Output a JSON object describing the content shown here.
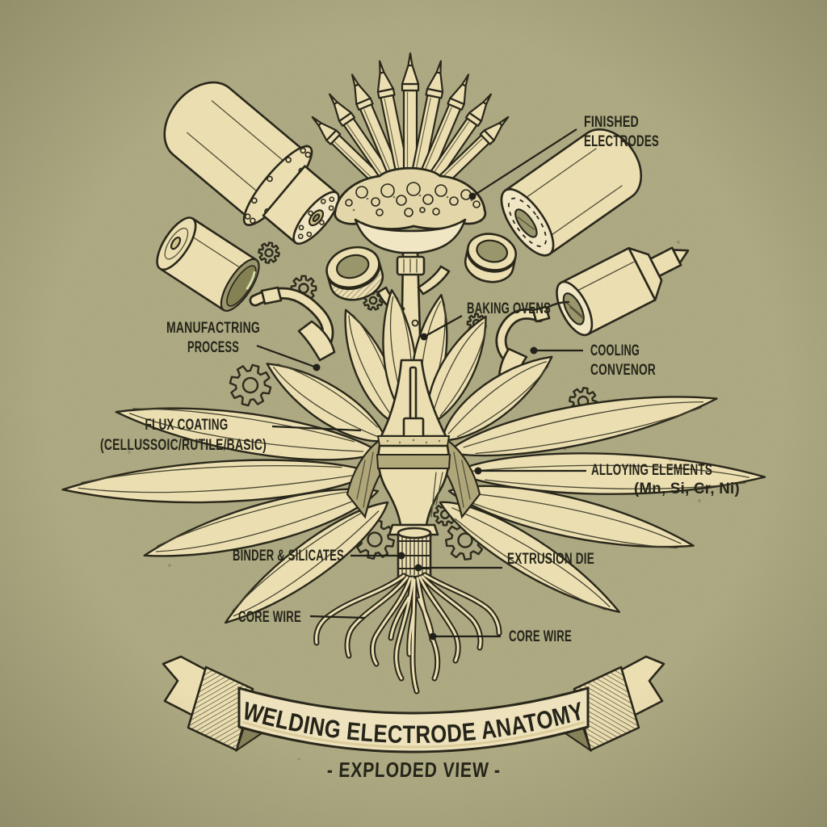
{
  "title": {
    "banner": "WELDING ELECTRODE ANATOMY",
    "subtitle": "- EXPLODED VIEW -"
  },
  "labels": {
    "finished_electrodes": {
      "line1": "FINISHED",
      "line2": "ELECTRODES"
    },
    "baking_ovens": {
      "line1": "BAKING OVENS"
    },
    "manufacturing_process": {
      "line1": "MANUFACTRING",
      "line2": "PROCESS"
    },
    "cooling_conveyor": {
      "line1": "COOLING",
      "line2": "CONVENOR"
    },
    "flux_coating": {
      "line1": "FLUX COATING",
      "line2": "(CELLUSSOIC/RUTILE/BASIC)"
    },
    "alloying_elements": {
      "line1": "ALLOYING ELEMENTS",
      "line2": "(Mn, Si, Cr, Ni)"
    },
    "binder_silicates": {
      "line1": "BINDER & SILICATES"
    },
    "extrusion_die": {
      "line1": "EXTRUSION DIE"
    },
    "core_wire_left": {
      "line1": "CORE WIRE"
    },
    "core_wire_right": {
      "line1": "CORE WIRE"
    }
  },
  "colors": {
    "background": "#b1ad85",
    "parchment": "#f1e4b6",
    "parchment_light": "#f6ecc9",
    "shade": "#d8c98f",
    "olive_dark": "#9d9a6f",
    "ink": "#2b291c"
  },
  "illustration": {
    "parts": [
      "finished-electrodes-fan",
      "flux-coating-blob",
      "stem",
      "lotus-petals",
      "alloy-vessel",
      "extrusion-die",
      "core-wire-roots",
      "storage-drum",
      "canister",
      "baking-oven-cylinder",
      "cooling-cylinder",
      "collar-ring",
      "welding-torch-nozzle",
      "gear-icon",
      "ribbon-banner"
    ]
  }
}
